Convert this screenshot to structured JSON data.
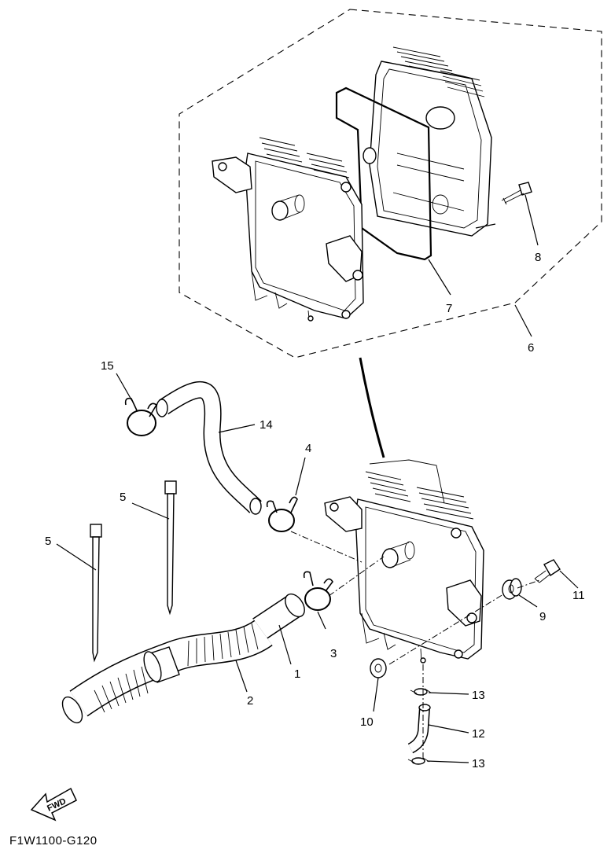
{
  "diagram": {
    "drawing_code": "F1W1100-G120",
    "forward_arrow_text": "FWD",
    "callouts": {
      "c1": "1",
      "c2": "2",
      "c3": "3",
      "c4": "4",
      "c5a": "5",
      "c5b": "5",
      "c6": "6",
      "c7": "7",
      "c8": "8",
      "c9": "9",
      "c10": "10",
      "c11": "11",
      "c12": "12",
      "c13a": "13",
      "c13b": "13",
      "c14": "14",
      "c15": "15"
    }
  }
}
